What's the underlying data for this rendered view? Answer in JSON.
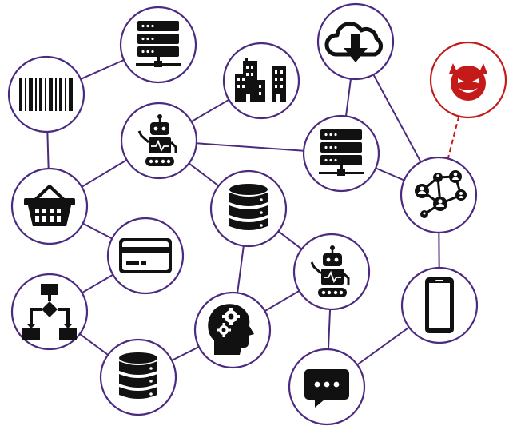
{
  "colors": {
    "edge": "#4b2a7f",
    "node_border": "#4b2a7f",
    "threat": "#c41a1a",
    "icon": "#111111",
    "background": "#ffffff"
  },
  "nodes": [
    {
      "id": "barcode",
      "icon": "barcode-icon"
    },
    {
      "id": "server-top",
      "icon": "server-icon"
    },
    {
      "id": "buildings",
      "icon": "buildings-icon"
    },
    {
      "id": "cloud-download",
      "icon": "cloud-download-icon"
    },
    {
      "id": "threat",
      "icon": "devil-icon",
      "state": "malicious"
    },
    {
      "id": "robot-top",
      "icon": "robot-icon"
    },
    {
      "id": "server-mid",
      "icon": "server-icon"
    },
    {
      "id": "network-hub",
      "icon": "network-people-icon"
    },
    {
      "id": "basket",
      "icon": "shopping-basket-icon"
    },
    {
      "id": "database-mid",
      "icon": "database-icon"
    },
    {
      "id": "credit-card",
      "icon": "credit-card-icon"
    },
    {
      "id": "robot-bottom",
      "icon": "robot-icon"
    },
    {
      "id": "flowchart",
      "icon": "flowchart-icon"
    },
    {
      "id": "smartphone",
      "icon": "smartphone-icon"
    },
    {
      "id": "ai-brain",
      "icon": "brain-gears-icon"
    },
    {
      "id": "database-bottom",
      "icon": "database-icon"
    },
    {
      "id": "chat",
      "icon": "chat-bubble-icon"
    }
  ],
  "edges": [
    [
      "barcode",
      "server-top"
    ],
    [
      "barcode",
      "basket"
    ],
    [
      "basket",
      "robot-top"
    ],
    [
      "basket",
      "credit-card"
    ],
    [
      "robot-top",
      "buildings"
    ],
    [
      "robot-top",
      "server-mid"
    ],
    [
      "robot-top",
      "database-mid"
    ],
    [
      "server-mid",
      "cloud-download"
    ],
    [
      "server-mid",
      "network-hub"
    ],
    [
      "cloud-download",
      "network-hub"
    ],
    [
      "network-hub",
      "smartphone"
    ],
    [
      "database-mid",
      "robot-bottom"
    ],
    [
      "database-mid",
      "ai-brain"
    ],
    [
      "robot-bottom",
      "ai-brain"
    ],
    [
      "robot-bottom",
      "chat"
    ],
    [
      "credit-card",
      "flowchart"
    ],
    [
      "flowchart",
      "database-bottom"
    ],
    [
      "database-bottom",
      "ai-brain"
    ],
    [
      "chat",
      "smartphone"
    ]
  ],
  "threat_link": [
    "threat",
    "network-hub"
  ]
}
